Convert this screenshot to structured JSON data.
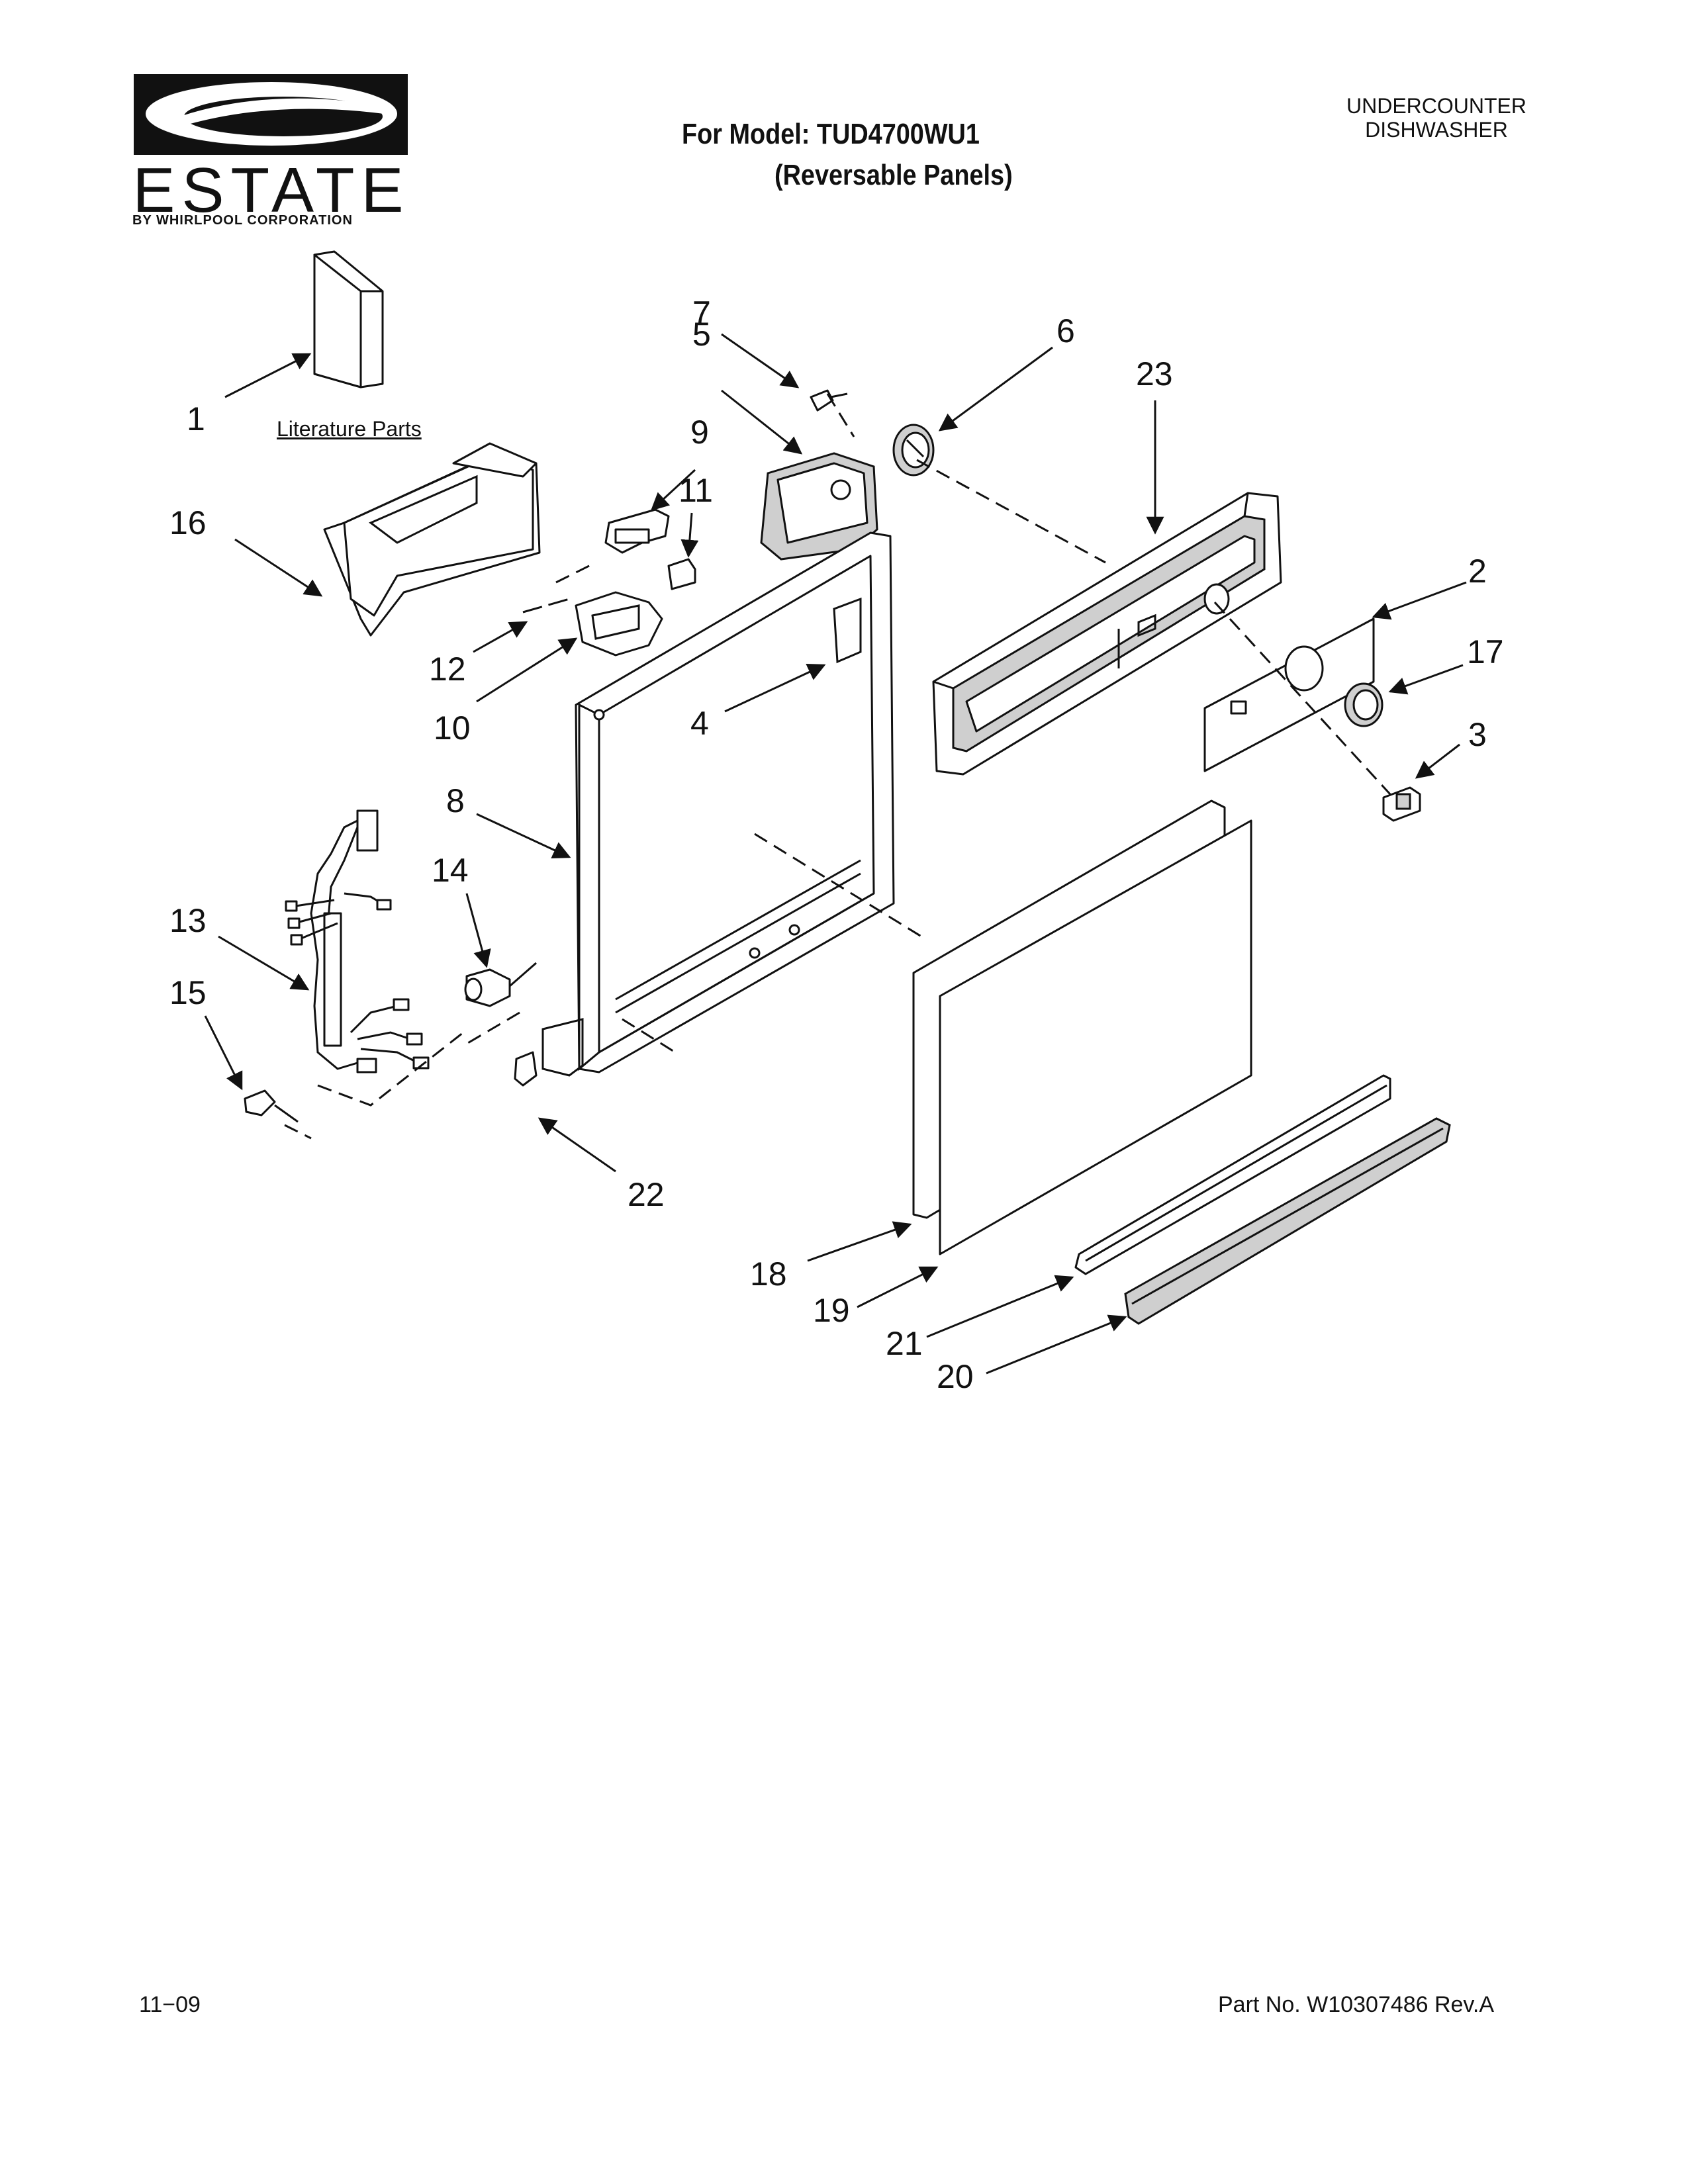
{
  "brand": {
    "name": "ESTATE",
    "tagline": "BY WHIRLPOOL CORPORATION"
  },
  "header": {
    "model_line": "For Model: TUD4700WU1",
    "panel_note": "(Reversable Panels)",
    "product_type_line1": "UNDERCOUNTER",
    "product_type_line2": "DISHWASHER"
  },
  "literature_label": "Literature Parts",
  "callouts": [
    "1",
    "2",
    "3",
    "4",
    "5",
    "6",
    "7",
    "8",
    "9",
    "10",
    "11",
    "12",
    "13",
    "14",
    "15",
    "16",
    "17",
    "18",
    "19",
    "20",
    "21",
    "22",
    "23"
  ],
  "footer": {
    "date": "11−09",
    "part_number": "Part No. W10307486 Rev.A"
  }
}
